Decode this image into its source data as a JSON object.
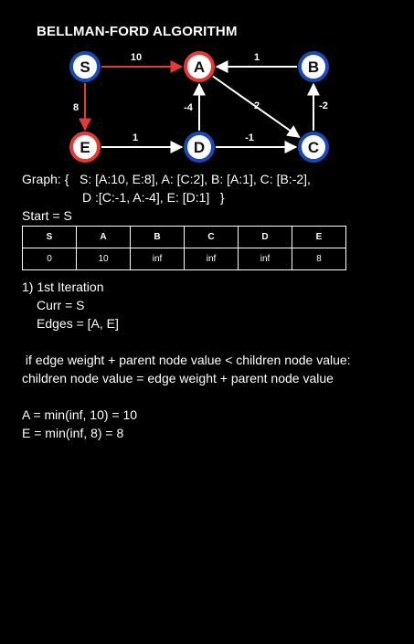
{
  "title": "BELLMAN-FORD ALGORITHM",
  "colors": {
    "red": "#e53935",
    "blue": "#1a49b5",
    "white": "#ffffff",
    "background": "#000000"
  },
  "graph": {
    "nodes": [
      {
        "id": "S",
        "label": "S",
        "ring": "blue"
      },
      {
        "id": "A",
        "label": "A",
        "ring": "red"
      },
      {
        "id": "B",
        "label": "B",
        "ring": "blue"
      },
      {
        "id": "E",
        "label": "E",
        "ring": "red"
      },
      {
        "id": "D",
        "label": "D",
        "ring": "blue"
      },
      {
        "id": "C",
        "label": "C",
        "ring": "blue"
      }
    ],
    "edges": [
      {
        "from": "S",
        "to": "A",
        "weight": "10",
        "color": "red"
      },
      {
        "from": "B",
        "to": "A",
        "weight": "1",
        "color": "white"
      },
      {
        "from": "S",
        "to": "E",
        "weight": "8",
        "color": "red"
      },
      {
        "from": "D",
        "to": "A",
        "weight": "-4",
        "color": "white"
      },
      {
        "from": "A",
        "to": "C",
        "weight": "2",
        "color": "white"
      },
      {
        "from": "C",
        "to": "B",
        "weight": "-2",
        "color": "white"
      },
      {
        "from": "E",
        "to": "D",
        "weight": "1",
        "color": "white"
      },
      {
        "from": "D",
        "to": "C",
        "weight": "-1",
        "color": "white"
      }
    ]
  },
  "text": {
    "graph_line1": "Graph: {   S: [A:10, E:8], A: [C:2], B: [A:1], C: [B:-2],",
    "graph_line2": "D :[C:-1, A:-4], E: [D:1]   }",
    "start": "Start = S",
    "iteration_heading": "1) 1st Iteration",
    "curr": "Curr = S",
    "edges": "Edges = [A, E]",
    "rule_line1": " if edge weight + parent node value < children node value:",
    "rule_line2": "children node value = edge weight + parent node value",
    "calc_a": "A = min(inf, 10) = 10",
    "calc_e": "E = min(inf, 8) = 8"
  },
  "table": {
    "headers": [
      "S",
      "A",
      "B",
      "C",
      "D",
      "E"
    ],
    "values": [
      "0",
      "10",
      "inf",
      "inf",
      "inf",
      "8"
    ]
  }
}
